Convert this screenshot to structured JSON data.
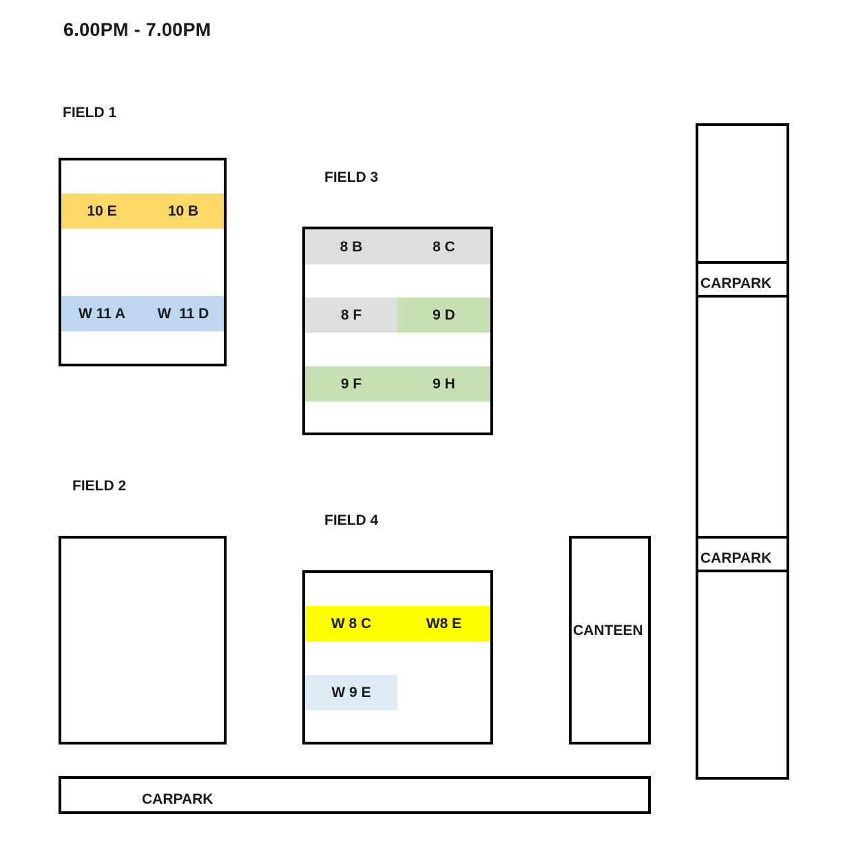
{
  "title": "6.00PM - 7.00PM",
  "colors": {
    "orange": "#FFD966",
    "light_blue": "#BDD7EE",
    "light_gray": "#DEDEDE",
    "light_green": "#C6E0B4",
    "yellow": "#FFFF00",
    "pale_blue": "#DDEBF7"
  },
  "field1": {
    "label": "FIELD 1",
    "rows": [
      {
        "left": "10 E",
        "right": "10 B",
        "color": "orange"
      },
      {
        "left": "W 11 A",
        "right": "W  11 D",
        "color": "light_blue"
      }
    ]
  },
  "field2": {
    "label": "FIELD 2"
  },
  "field3": {
    "label": "FIELD 3",
    "rows": [
      {
        "left": "8 B",
        "right": "8 C",
        "left_color": "light_gray",
        "right_color": "light_gray"
      },
      {
        "left": "8 F",
        "right": "9 D",
        "left_color": "light_gray",
        "right_color": "light_green"
      },
      {
        "left": "9 F",
        "right": "9 H",
        "left_color": "light_green",
        "right_color": "light_green"
      }
    ]
  },
  "field4": {
    "label": "FIELD 4",
    "rows": [
      {
        "left": "W 8 C",
        "right": "W8 E",
        "color": "yellow"
      },
      {
        "left": "W 9 E",
        "color": "pale_blue"
      }
    ]
  },
  "canteen": {
    "label": "CANTEEN"
  },
  "carparks": {
    "bottom": "CARPARK",
    "right_upper": "CARPARK",
    "right_lower": "CARPARK"
  }
}
